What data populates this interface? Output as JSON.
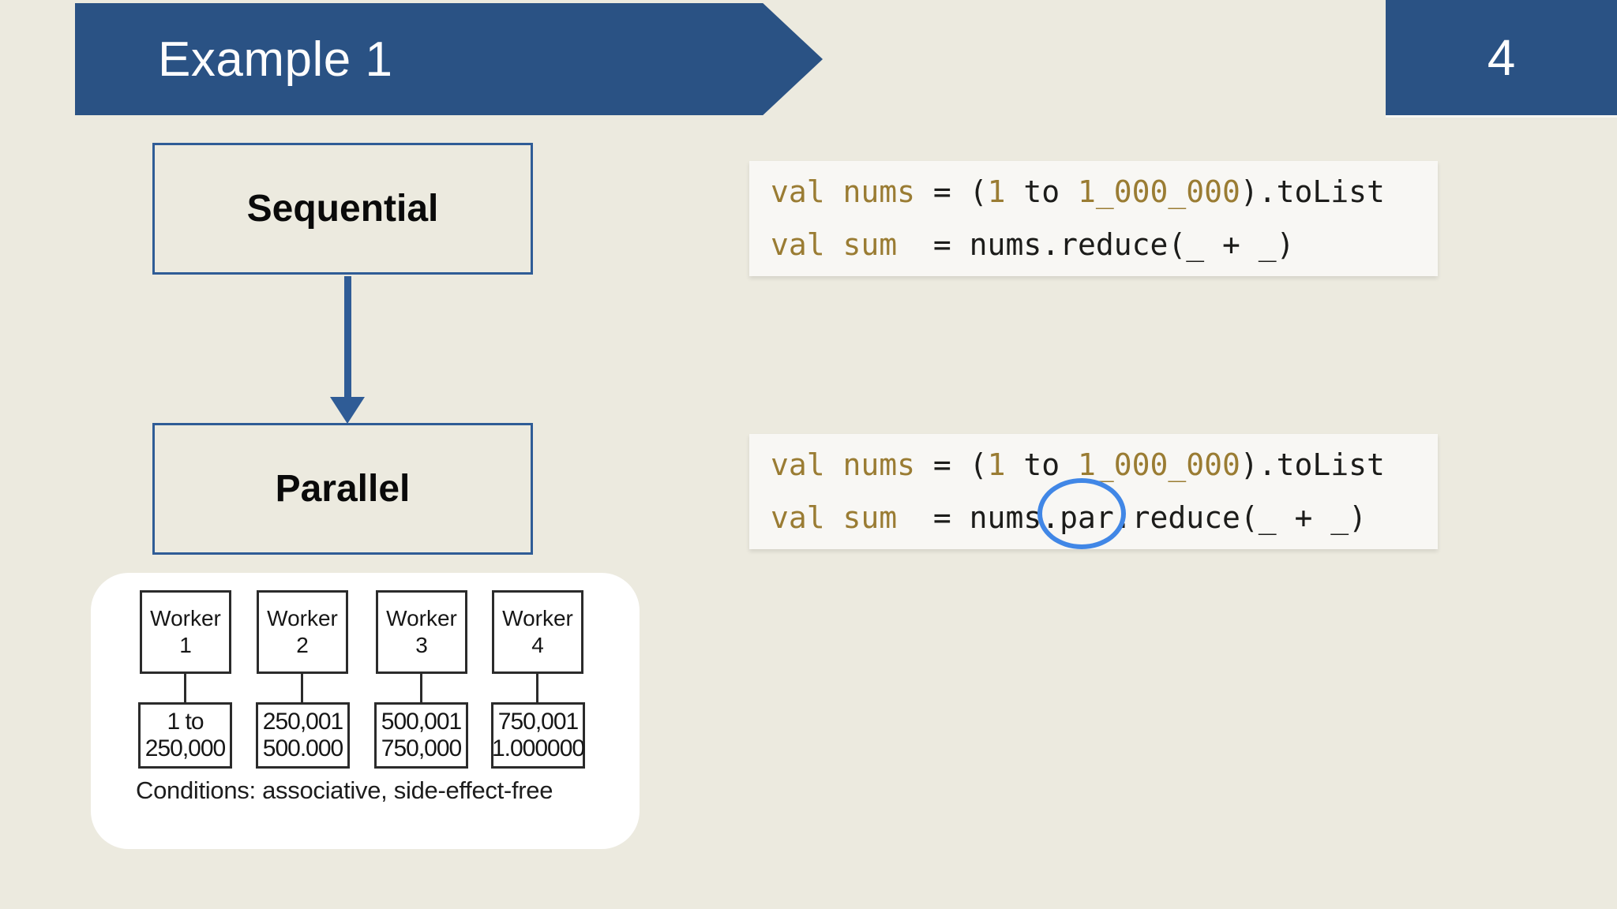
{
  "header": {
    "title": "Example 1",
    "page_number": "4"
  },
  "flow": {
    "sequential_label": "Sequential",
    "parallel_label": "Parallel"
  },
  "workers": {
    "items": [
      {
        "name": "Worker",
        "number": "1",
        "range_line1": "1 to",
        "range_line2": "250,000"
      },
      {
        "name": "Worker",
        "number": "2",
        "range_line1": "250,001",
        "range_line2": "500.000"
      },
      {
        "name": "Worker",
        "number": "3",
        "range_line1": "500,001",
        "range_line2": "750,000"
      },
      {
        "name": "Worker",
        "number": "4",
        "range_line1": "750,001",
        "range_line2": "1.000000"
      }
    ],
    "conditions": "Conditions: associative, side-effect-free"
  },
  "code_sequential": {
    "lines": [
      [
        [
          "val",
          "k"
        ],
        [
          " ",
          "p"
        ],
        [
          "nums",
          "k"
        ],
        [
          " = (",
          "p"
        ],
        [
          "1",
          "k"
        ],
        [
          " to ",
          "p"
        ],
        [
          "1_000_000",
          "k"
        ],
        [
          ").toList",
          "p"
        ]
      ],
      [
        [
          "val",
          "k"
        ],
        [
          " ",
          "p"
        ],
        [
          "sum",
          "k"
        ],
        [
          "  = nums.reduce(_ + _)",
          "p"
        ]
      ]
    ]
  },
  "code_parallel": {
    "lines": [
      [
        [
          "val",
          "k"
        ],
        [
          " ",
          "p"
        ],
        [
          "nums",
          "k"
        ],
        [
          " = (",
          "p"
        ],
        [
          "1",
          "k"
        ],
        [
          " to ",
          "p"
        ],
        [
          "1_000_000",
          "k"
        ],
        [
          ").toList",
          "p"
        ]
      ],
      [
        [
          "val",
          "k"
        ],
        [
          " ",
          "p"
        ],
        [
          "sum",
          "k"
        ],
        [
          "  = nums.par.reduce(_ + _)",
          "p"
        ]
      ]
    ],
    "highlighted_token": ".par"
  },
  "colors": {
    "background": "#ECEADF",
    "banner_blue": "#2A5284",
    "box_border_blue": "#2F5C96",
    "code_background": "#F8F7F4",
    "code_keyword_gold": "#9A7C33",
    "code_text_dark": "#1C1C1A",
    "highlight_circle_blue": "#4187E6",
    "diagram_border": "#2B2B2B",
    "panel_white": "#FFFFFF"
  }
}
